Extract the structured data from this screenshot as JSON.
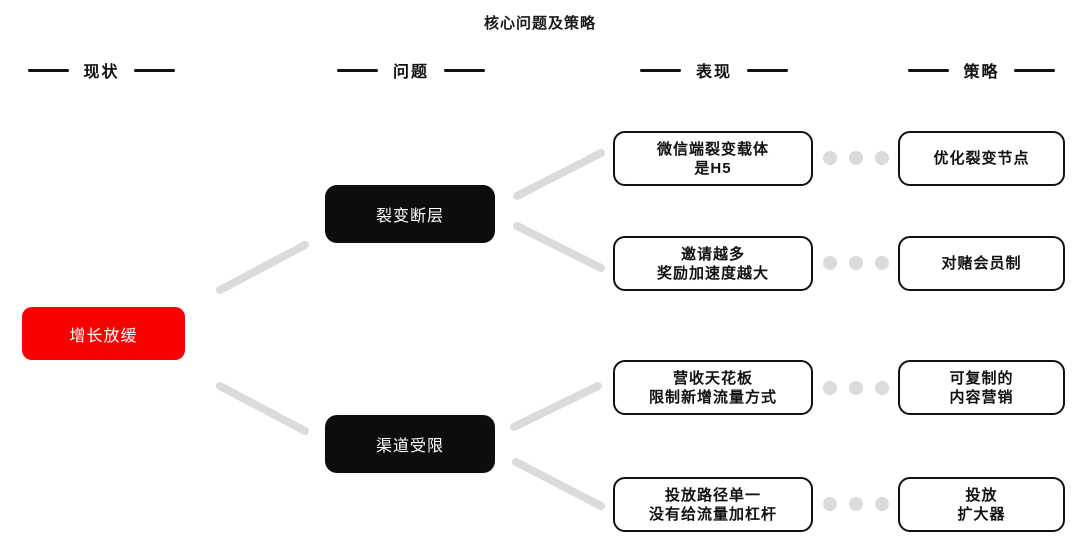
{
  "title": "核心问题及策略",
  "colors": {
    "current_state_accent": "#fa0000",
    "problem_node": "#0d0d0d",
    "connector_gray": "#dbdbdb",
    "border_black": "#111111"
  },
  "columns": [
    {
      "label": "现状"
    },
    {
      "label": "问题"
    },
    {
      "label": "表现"
    },
    {
      "label": "策略"
    }
  ],
  "nodes": {
    "current_state": {
      "label": "增长放缓"
    },
    "problems": [
      {
        "label": "裂变断层"
      },
      {
        "label": "渠道受限"
      }
    ],
    "manifestations": [
      {
        "line1": "微信端裂变载体",
        "line2": "是H5"
      },
      {
        "line1": "邀请越多",
        "line2": "奖励加速度越大"
      },
      {
        "line1": "营收天花板",
        "line2": "限制新增流量方式"
      },
      {
        "line1": "投放路径单一",
        "line2": "没有给流量加杠杆"
      }
    ],
    "strategies": [
      {
        "line1": "优化裂变节点",
        "line2": ""
      },
      {
        "line1": "对赌会员制",
        "line2": ""
      },
      {
        "line1": "可复制的",
        "line2": "内容营销"
      },
      {
        "line1": "投放",
        "line2": "扩大器"
      }
    ]
  }
}
